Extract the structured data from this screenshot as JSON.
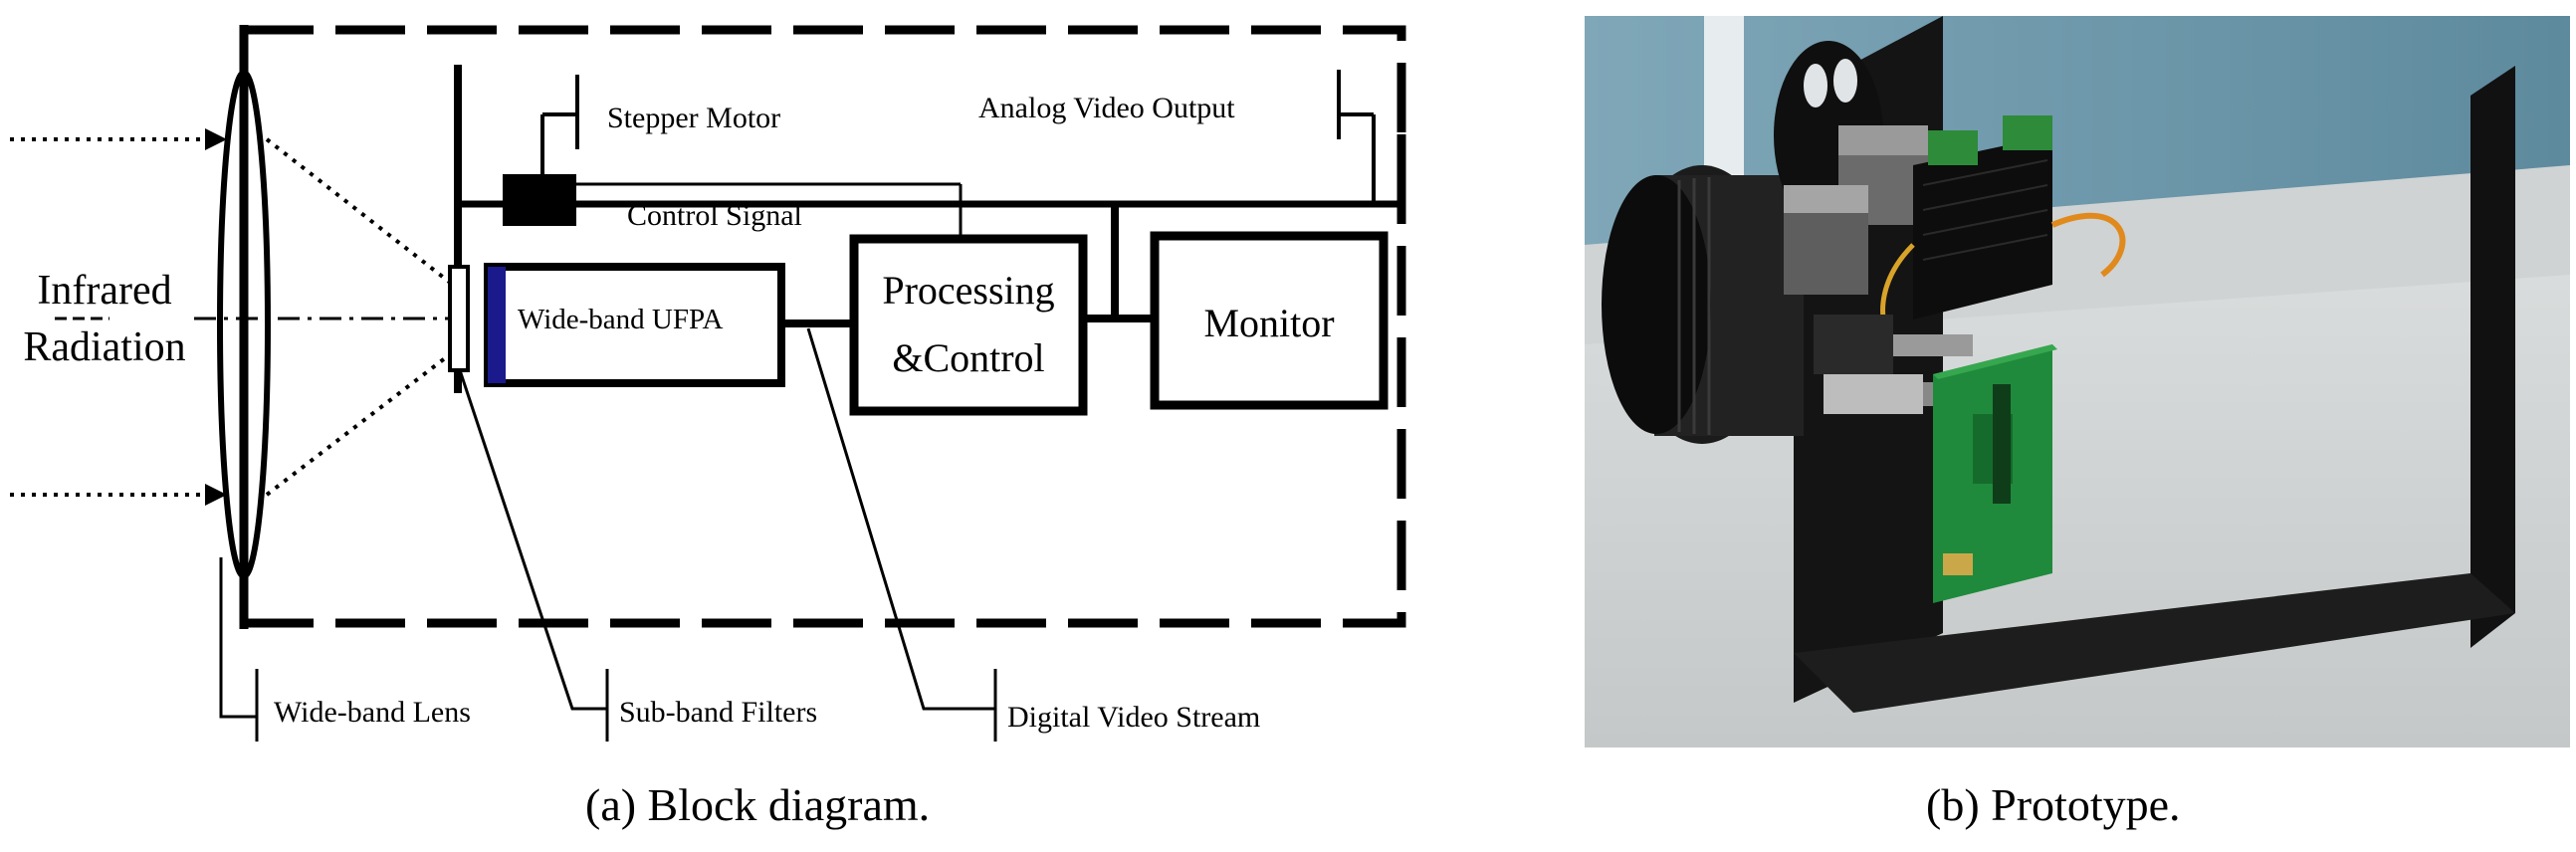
{
  "block_diagram": {
    "input_label_line1": "Infrared",
    "input_label_line2": "Radiation",
    "stepper_motor": "Stepper Motor",
    "control_signal": "Control Signal",
    "analog_video_output": "Analog Video Output",
    "ufpa": "Wide-band UFPA",
    "processing_line1": "Processing",
    "processing_line2": "&Control",
    "monitor": "Monitor",
    "wide_band_lens": "Wide-band Lens",
    "sub_band_filters": "Sub-band Filters",
    "digital_video_stream": "Digital Video Stream"
  },
  "captions": {
    "a": "(a) Block diagram.",
    "b": "(b) Prototype."
  },
  "colors": {
    "ufpa_accent": "#1a1a8c",
    "line": "#000000"
  }
}
